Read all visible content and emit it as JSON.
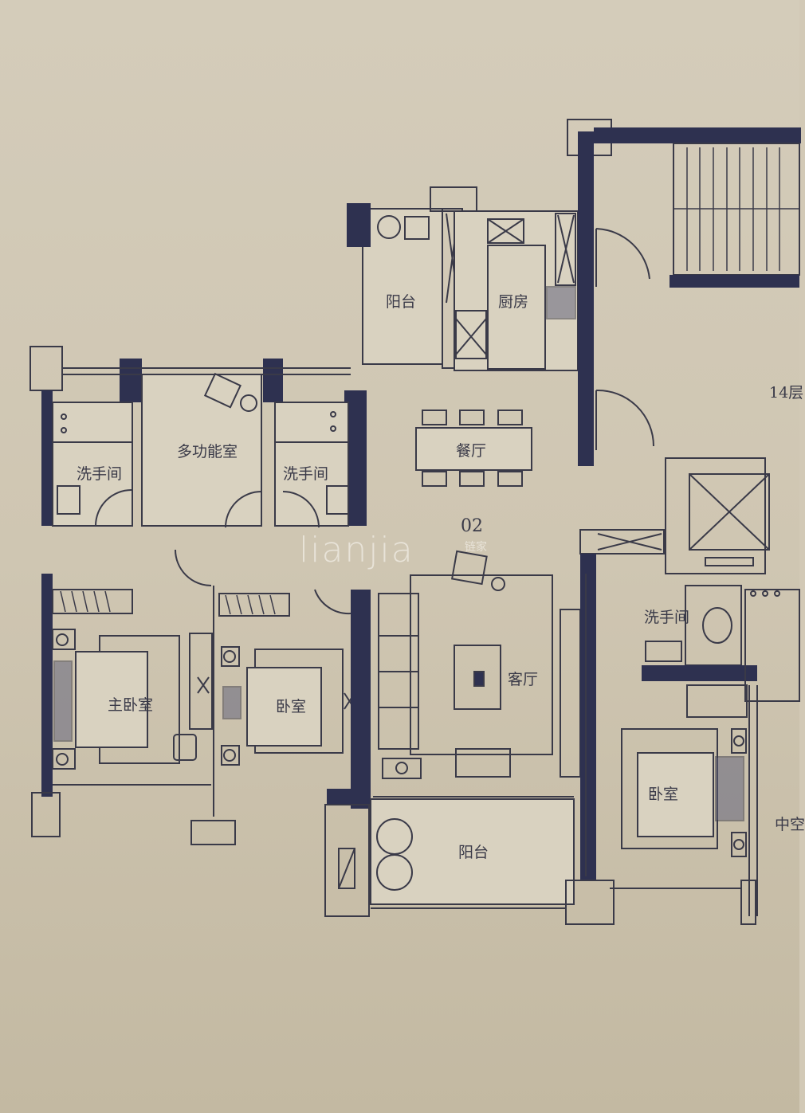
{
  "plan": {
    "unit_number": "02",
    "floor_label": "14层",
    "watermark": "lianjia",
    "watermark_cn": "链家",
    "colors": {
      "paper": "#d2c9b6",
      "wall_fill": "#2e3150",
      "line": "#3a3a48",
      "room_fill": "#d9d2c0"
    },
    "rooms": {
      "balcony_north": "阳台",
      "kitchen": "厨房",
      "dining": "餐厅",
      "multi_function": "多功能室",
      "bath_left": "洗手间",
      "bath_center": "洗手间",
      "master_bedroom": "主卧室",
      "bedroom_middle": "卧室",
      "living_room": "客厅",
      "balcony_south": "阳台",
      "bath_right": "洗手间",
      "bedroom_right": "卧室",
      "void": "中空"
    }
  }
}
